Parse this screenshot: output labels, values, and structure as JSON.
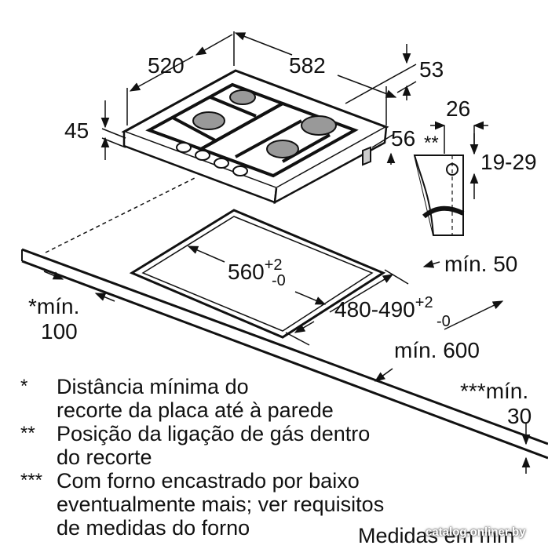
{
  "dimensions": {
    "width": "520",
    "depth": "582",
    "height": "45",
    "back_offset": "53",
    "front_offset": "56",
    "gas_offset": "26",
    "gas_height": "19-29",
    "gas_mark": "**",
    "cutout_width_base": "560",
    "cutout_width_tol_plus": "+2",
    "cutout_width_tol_minus": "-0",
    "cutout_depth_base": "480-490",
    "cutout_depth_tol_plus": "+2",
    "cutout_depth_tol_minus": "-0",
    "min_50": "mín. 50",
    "min_100_line1": "*mín.",
    "min_100_line2": "100",
    "min_600": "mín. 600",
    "min_30_line1": "***mín.",
    "min_30_line2": "30"
  },
  "legend": [
    {
      "mark": "*",
      "text": "Distância mínima do\nrecorte da placa até à parede"
    },
    {
      "mark": "**",
      "text": "Posição da ligação de gás dentro\ndo recorte"
    },
    {
      "mark": "***",
      "text": "Com forno encastrado por baixo\neventualmente mais; ver requisitos\nde medidas do forno"
    }
  ],
  "footer": {
    "unit_label": "Medidas em mm",
    "watermark": "catalog.onliner.by"
  }
}
